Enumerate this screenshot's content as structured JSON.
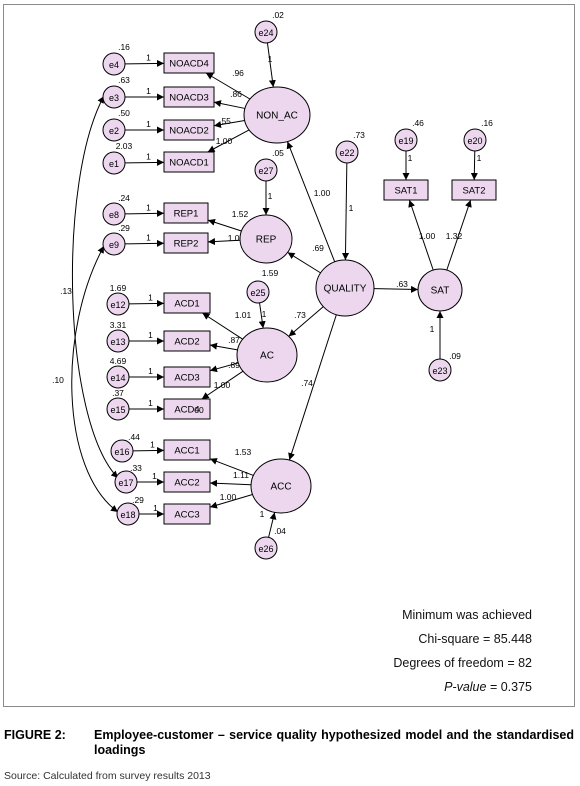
{
  "colors": {
    "fill": "#ecd7ef",
    "stroke": "#000000",
    "frame": "#8a8a8a"
  },
  "nodes": {
    "errors": [
      {
        "id": "e4",
        "label": "e4"
      },
      {
        "id": "e3",
        "label": "e3"
      },
      {
        "id": "e2",
        "label": "e2"
      },
      {
        "id": "e1",
        "label": "e1"
      },
      {
        "id": "e8",
        "label": "e8"
      },
      {
        "id": "e9",
        "label": "e9"
      },
      {
        "id": "e12",
        "label": "e12"
      },
      {
        "id": "e13",
        "label": "e13"
      },
      {
        "id": "e14",
        "label": "e14"
      },
      {
        "id": "e15",
        "label": "e15"
      },
      {
        "id": "e16",
        "label": "e16"
      },
      {
        "id": "e17",
        "label": "e17"
      },
      {
        "id": "e18",
        "label": "e18"
      },
      {
        "id": "e24",
        "label": "e24"
      },
      {
        "id": "e27",
        "label": "e27"
      },
      {
        "id": "e25",
        "label": "e25"
      },
      {
        "id": "e22",
        "label": "e22"
      },
      {
        "id": "e19",
        "label": "e19"
      },
      {
        "id": "e20",
        "label": "e20"
      },
      {
        "id": "e23",
        "label": "e23"
      },
      {
        "id": "e26",
        "label": "e26"
      }
    ],
    "indicators": [
      {
        "id": "NOACD4",
        "label": "NOACD4"
      },
      {
        "id": "NOACD3",
        "label": "NOACD3"
      },
      {
        "id": "NOACD2",
        "label": "NOACD2"
      },
      {
        "id": "NOACD1",
        "label": "NOACD1"
      },
      {
        "id": "REP1",
        "label": "REP1"
      },
      {
        "id": "REP2",
        "label": "REP2"
      },
      {
        "id": "ACD1",
        "label": "ACD1"
      },
      {
        "id": "ACD2",
        "label": "ACD2"
      },
      {
        "id": "ACD3",
        "label": "ACD3"
      },
      {
        "id": "ACD4",
        "label": "ACD4"
      },
      {
        "id": "ACC1",
        "label": "ACC1"
      },
      {
        "id": "ACC2",
        "label": "ACC2"
      },
      {
        "id": "ACC3",
        "label": "ACC3"
      },
      {
        "id": "SAT1",
        "label": "SAT1"
      },
      {
        "id": "SAT2",
        "label": "SAT2"
      }
    ],
    "latents": [
      {
        "id": "NON_AC",
        "label": "NON_AC"
      },
      {
        "id": "REP",
        "label": "REP"
      },
      {
        "id": "AC",
        "label": "AC"
      },
      {
        "id": "ACC",
        "label": "ACC"
      },
      {
        "id": "QUALITY",
        "label": "QUALITY"
      },
      {
        "id": "SAT",
        "label": "SAT"
      }
    ]
  },
  "variances": {
    "e4": ".16",
    "e3": ".63",
    "e2": ".50",
    "e1": "2.03",
    "e8": ".24",
    "e9": ".29",
    "e12": "1.69",
    "e13": "3.31",
    "e14": "4.69",
    "e15": ".37",
    "e16": ".44",
    "e17": ".33",
    "e18": ".29",
    "e24": ".02",
    "e27": ".05",
    "e25": "1.59",
    "e22": ".73",
    "e19": ".46",
    "e20": ".16",
    "e23": ".09",
    "e26": ".04"
  },
  "paths": {
    "e4-NOACD4": "1",
    "e3-NOACD3": "1",
    "e2-NOACD2": "1",
    "e1-NOACD1": "1",
    "e8-REP1": "1",
    "e9-REP2": "1",
    "e12-ACD1": "1",
    "e13-ACD2": "1",
    "e14-ACD3": "1",
    "e15-ACD4": "1",
    "e16-ACC1": "1",
    "e17-ACC2": "1",
    "e18-ACC3": "1",
    "e24-NON_AC": "1",
    "e27-REP": "1",
    "e25-AC": "1",
    "e22-QUALITY": "1",
    "e19-SAT1": "1",
    "e20-SAT2": "1",
    "e23-SAT": "1",
    "e26-ACC": "1",
    "NON_AC-NOACD4": ".96",
    "NON_AC-NOACD3": ".86",
    "NON_AC-NOACD2": ".55",
    "NON_AC-NOACD1": "1.00",
    "REP-REP1": "1.52",
    "REP-REP2": "1.00",
    "AC-ACD1": "1.01",
    "AC-ACD2": ".87",
    "AC-ACD3": ".89",
    "AC-ACD4": "1.00",
    "ACC-ACC1": "1.53",
    "ACC-ACC2": "1.11",
    "ACC-ACC3": "1.00",
    "SAT-SAT1": "1.00",
    "SAT-SAT2": "1.32",
    "QUALITY-NON_AC": "1.00",
    "QUALITY-REP": ".69",
    "QUALITY-AC": ".73",
    "QUALITY-ACC": ".74",
    "QUALITY-SAT": ".63"
  },
  "covariances": {
    "e3-e17": ".13",
    "e9-e18": ".10"
  },
  "extra_labels": {
    "acd4_overlap": "00"
  },
  "fit": {
    "line1": "Minimum was achieved",
    "line2": "Chi-square = 85.448",
    "line3": "Degrees of freedom = 82",
    "p_label": "P-value",
    "p_value": " = 0.375"
  },
  "caption": {
    "label": "FIGURE 2:",
    "text": "Employee-customer – service quality hypothesized model and the standardised loadings"
  },
  "source": "Source: Calculated from survey results 2013"
}
